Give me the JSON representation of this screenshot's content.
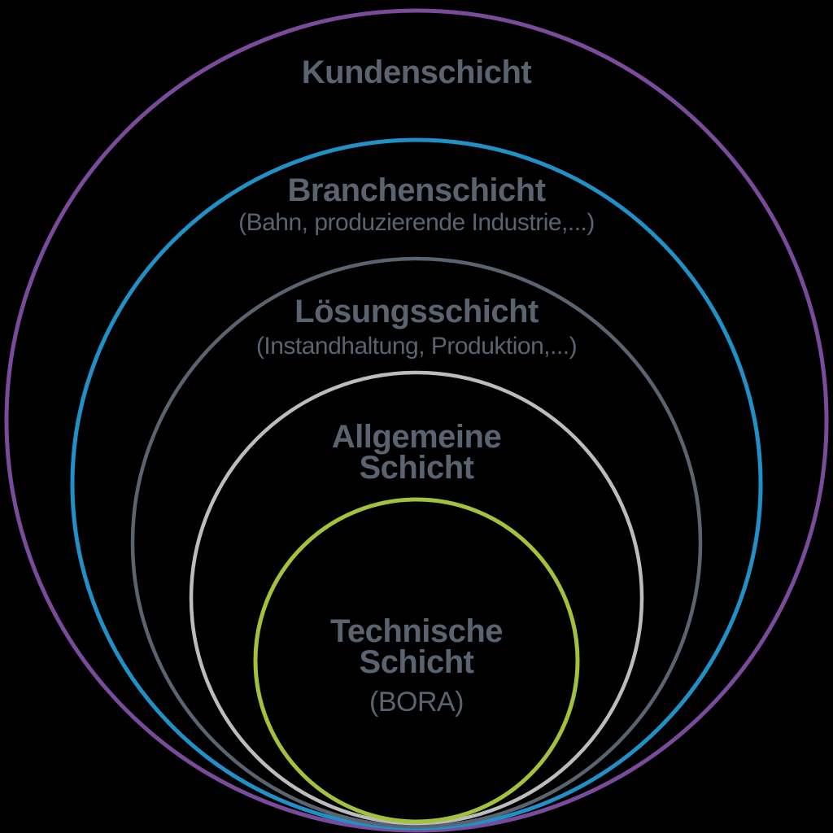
{
  "diagram": {
    "type": "nested-circles",
    "background_color": "#000000",
    "text_color": "#5a6470",
    "layers": [
      {
        "id": "kundenschicht",
        "title": "Kundenschicht",
        "subtitle": "",
        "color": "#7b4b9b"
      },
      {
        "id": "branchenschicht",
        "title": "Branchenschicht",
        "subtitle": "(Bahn, produzierende Industrie,...)",
        "color": "#2090c7"
      },
      {
        "id": "loesungsschicht",
        "title": "Lösungsschicht",
        "subtitle": "(Instandhaltung, Produktion,...)",
        "color": "#5a6470"
      },
      {
        "id": "allgemeine-schicht",
        "title": "Allgemeine\nSchicht",
        "subtitle": "",
        "color": "#bcbcbc"
      },
      {
        "id": "technische-schicht",
        "title": "Technische\nSchicht",
        "subtitle": "(BORA)",
        "color": "#a3c13a"
      }
    ]
  }
}
